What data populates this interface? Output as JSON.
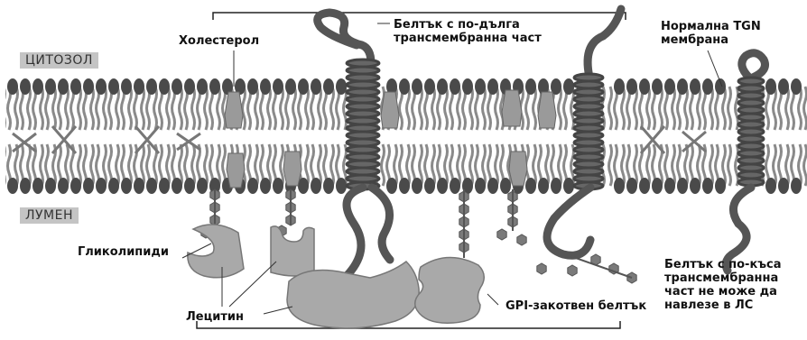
{
  "regions": {
    "cytosol": "ЦИТОЗОЛ",
    "lumen": "ЛУМЕН"
  },
  "labels": {
    "cholesterol": "Холестерол",
    "long_tm_protein": "Белтък с по-дълга\nтрансмембранна част",
    "normal_tgn": "Нормална TGN\nмембрана",
    "glycolipids": "Гликолипиди",
    "lecithin": "Лецитин",
    "gpi_protein": "GPI-закотвен белтък",
    "short_tm_protein": "Белтък с по-къса\nтрансмембранна\nчаст не може да\nнавлезе в ЛС"
  },
  "colors": {
    "lipid_head": "#4a4a4a",
    "lipid_tail": "#8a8a8a",
    "protein": "#555555",
    "lectin": "#a9a9a9",
    "sugar": "#7a7a7a",
    "region_box": "#c4c4c4"
  }
}
